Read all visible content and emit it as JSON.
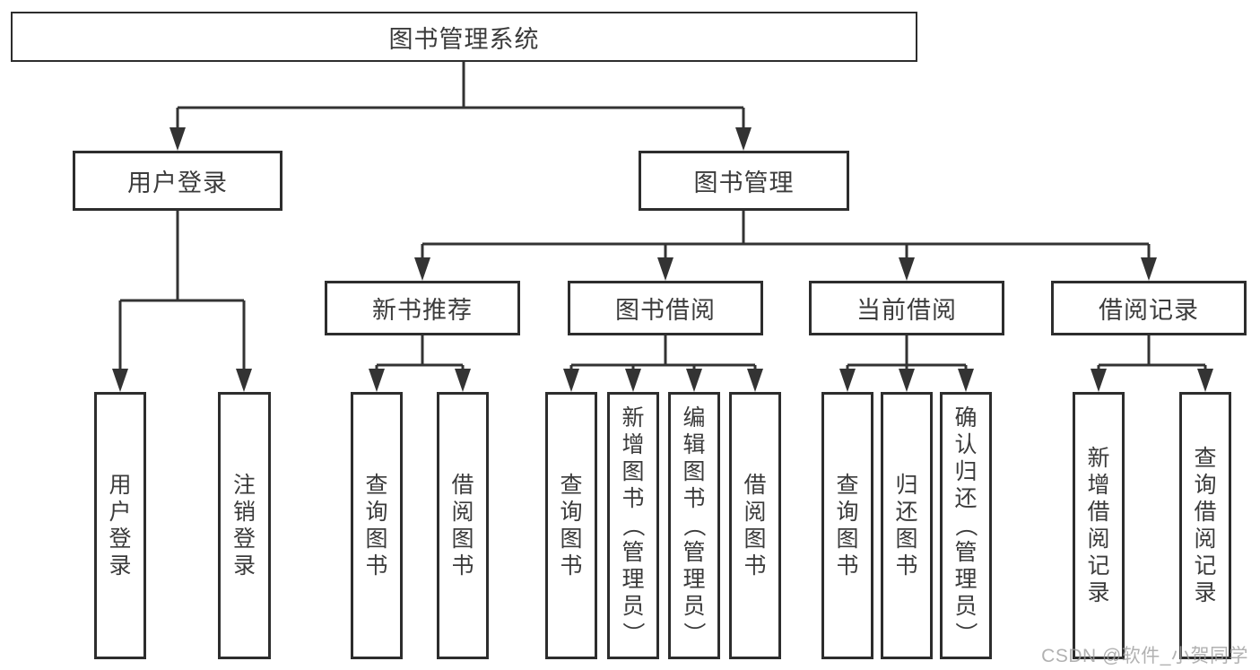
{
  "diagram": {
    "root": {
      "label": "图书管理系统"
    },
    "level2": {
      "user_login": {
        "label": "用户登录"
      },
      "book_mgmt": {
        "label": "图书管理"
      }
    },
    "level3": {
      "new_book": {
        "label": "新书推荐"
      },
      "book_borrow": {
        "label": "图书借阅"
      },
      "current_borrow": {
        "label": "当前借阅"
      },
      "borrow_record": {
        "label": "借阅记录"
      }
    },
    "leaves": {
      "login": {
        "label": "用户登录"
      },
      "logout": {
        "label": "注销登录"
      },
      "nb_query": {
        "label": "查询图书"
      },
      "nb_borrow": {
        "label": "借阅图书"
      },
      "bb_query": {
        "label": "查询图书"
      },
      "bb_add": {
        "label": "新增图书（管理员）"
      },
      "bb_edit": {
        "label": "编辑图书（管理员）"
      },
      "bb_borrow": {
        "label": "借阅图书"
      },
      "cb_query": {
        "label": "查询图书"
      },
      "cb_return": {
        "label": "归还图书"
      },
      "cb_confirm": {
        "label": "确认归还（管理员）"
      },
      "br_add": {
        "label": "新增借阅记录"
      },
      "br_query": {
        "label": "查询借阅记录"
      }
    }
  },
  "watermark": {
    "text": "CSDN @软件_小贺同学"
  },
  "colors": {
    "line": "#333333",
    "border": "#2d2d2d",
    "text": "#3b3b3b",
    "watermark": "#9e9e9e",
    "background": "#ffffff"
  }
}
